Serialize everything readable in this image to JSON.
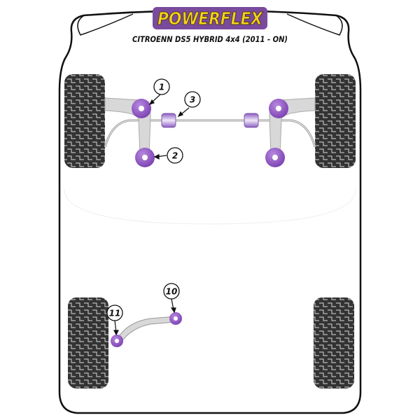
{
  "logo": {
    "text": "POWERFLEX"
  },
  "subtitle": "CITROENN DS5 HYBRID 4x4 (2011 - ON)",
  "labels": {
    "l1": "1",
    "l2": "2",
    "l3": "3",
    "l10": "10",
    "l11": "11"
  },
  "colors": {
    "bush": "#8a4fc0",
    "logo_bg": "#7a4a9c",
    "logo_text": "#f3d21b",
    "tyre": "#3a3a3a"
  }
}
